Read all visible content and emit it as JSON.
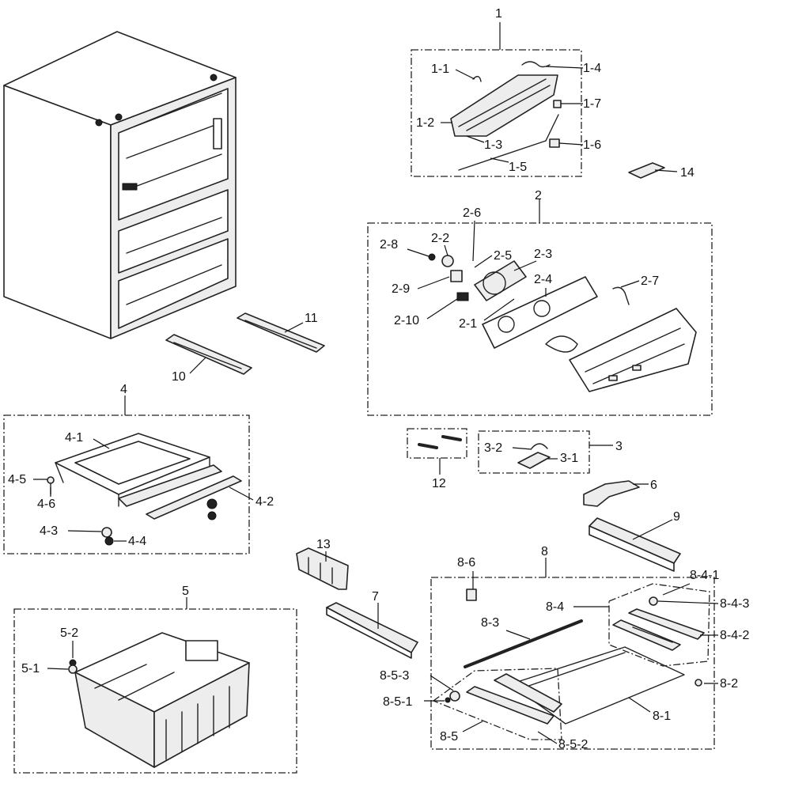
{
  "labels": {
    "g1": "1",
    "p1_1": "1-1",
    "p1_2": "1-2",
    "p1_3": "1-3",
    "p1_4": "1-4",
    "p1_5": "1-5",
    "p1_6": "1-6",
    "p1_7": "1-7",
    "p14": "14",
    "g2": "2",
    "p2_1": "2-1",
    "p2_2": "2-2",
    "p2_3": "2-3",
    "p2_4": "2-4",
    "p2_5": "2-5",
    "p2_6": "2-6",
    "p2_7": "2-7",
    "p2_8": "2-8",
    "p2_9": "2-9",
    "p2_10": "2-10",
    "p11": "11",
    "p10": "10",
    "g4": "4",
    "p4_1": "4-1",
    "p4_2": "4-2",
    "p4_3": "4-3",
    "p4_4": "4-4",
    "p4_5": "4-5",
    "p4_6": "4-6",
    "p12": "12",
    "g3": "3",
    "p3_1": "3-1",
    "p3_2": "3-2",
    "p6": "6",
    "p9": "9",
    "p13": "13",
    "p7": "7",
    "g5": "5",
    "p5_1": "5-1",
    "p5_2": "5-2",
    "g8": "8",
    "p8_1": "8-1",
    "p8_2": "8-2",
    "p8_3": "8-3",
    "p8_4": "8-4",
    "p8_4_1": "8-4-1",
    "p8_4_2": "8-4-2",
    "p8_4_3": "8-4-3",
    "p8_5": "8-5",
    "p8_5_1": "8-5-1",
    "p8_5_2": "8-5-2",
    "p8_5_3": "8-5-3",
    "p8_6": "8-6"
  }
}
